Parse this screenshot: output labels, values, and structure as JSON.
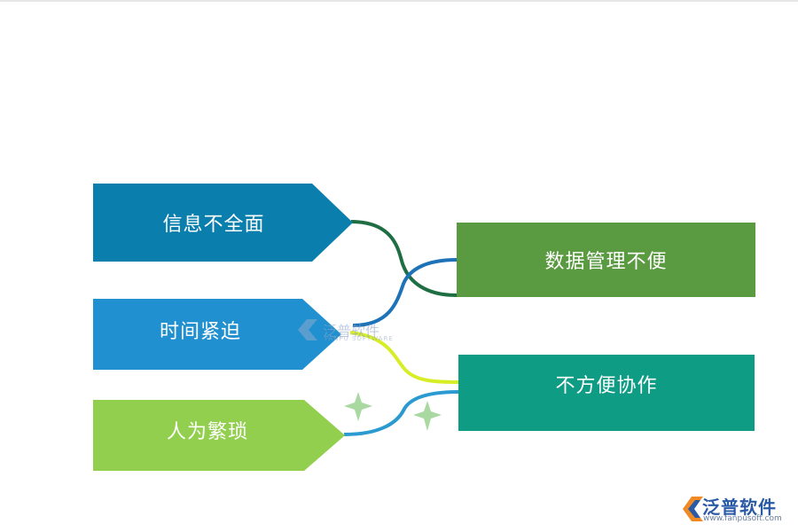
{
  "diagram": {
    "left_items": [
      {
        "label": "信息不全面",
        "color": "#0a7fae"
      },
      {
        "label": "时间紧迫",
        "color": "#2190d0"
      },
      {
        "label": "人为繁琐",
        "color": "#92cf4f"
      }
    ],
    "right_items": [
      {
        "label": "数据管理不便",
        "color": "#5a9a40"
      },
      {
        "label": "不方便协作",
        "color": "#0f9c85"
      }
    ],
    "connector_colors": [
      "#1f6e43",
      "#1d72b8",
      "#d7ee27",
      "#2a9ad0"
    ],
    "sparkle_color": "#a9d8a0"
  },
  "watermark": {
    "text": "泛普软件",
    "sub": "FANPU SOFTWARE"
  },
  "logo": {
    "name": "泛普软件",
    "url": "www.fanpusoft.com",
    "color": "#2a5aa6"
  }
}
